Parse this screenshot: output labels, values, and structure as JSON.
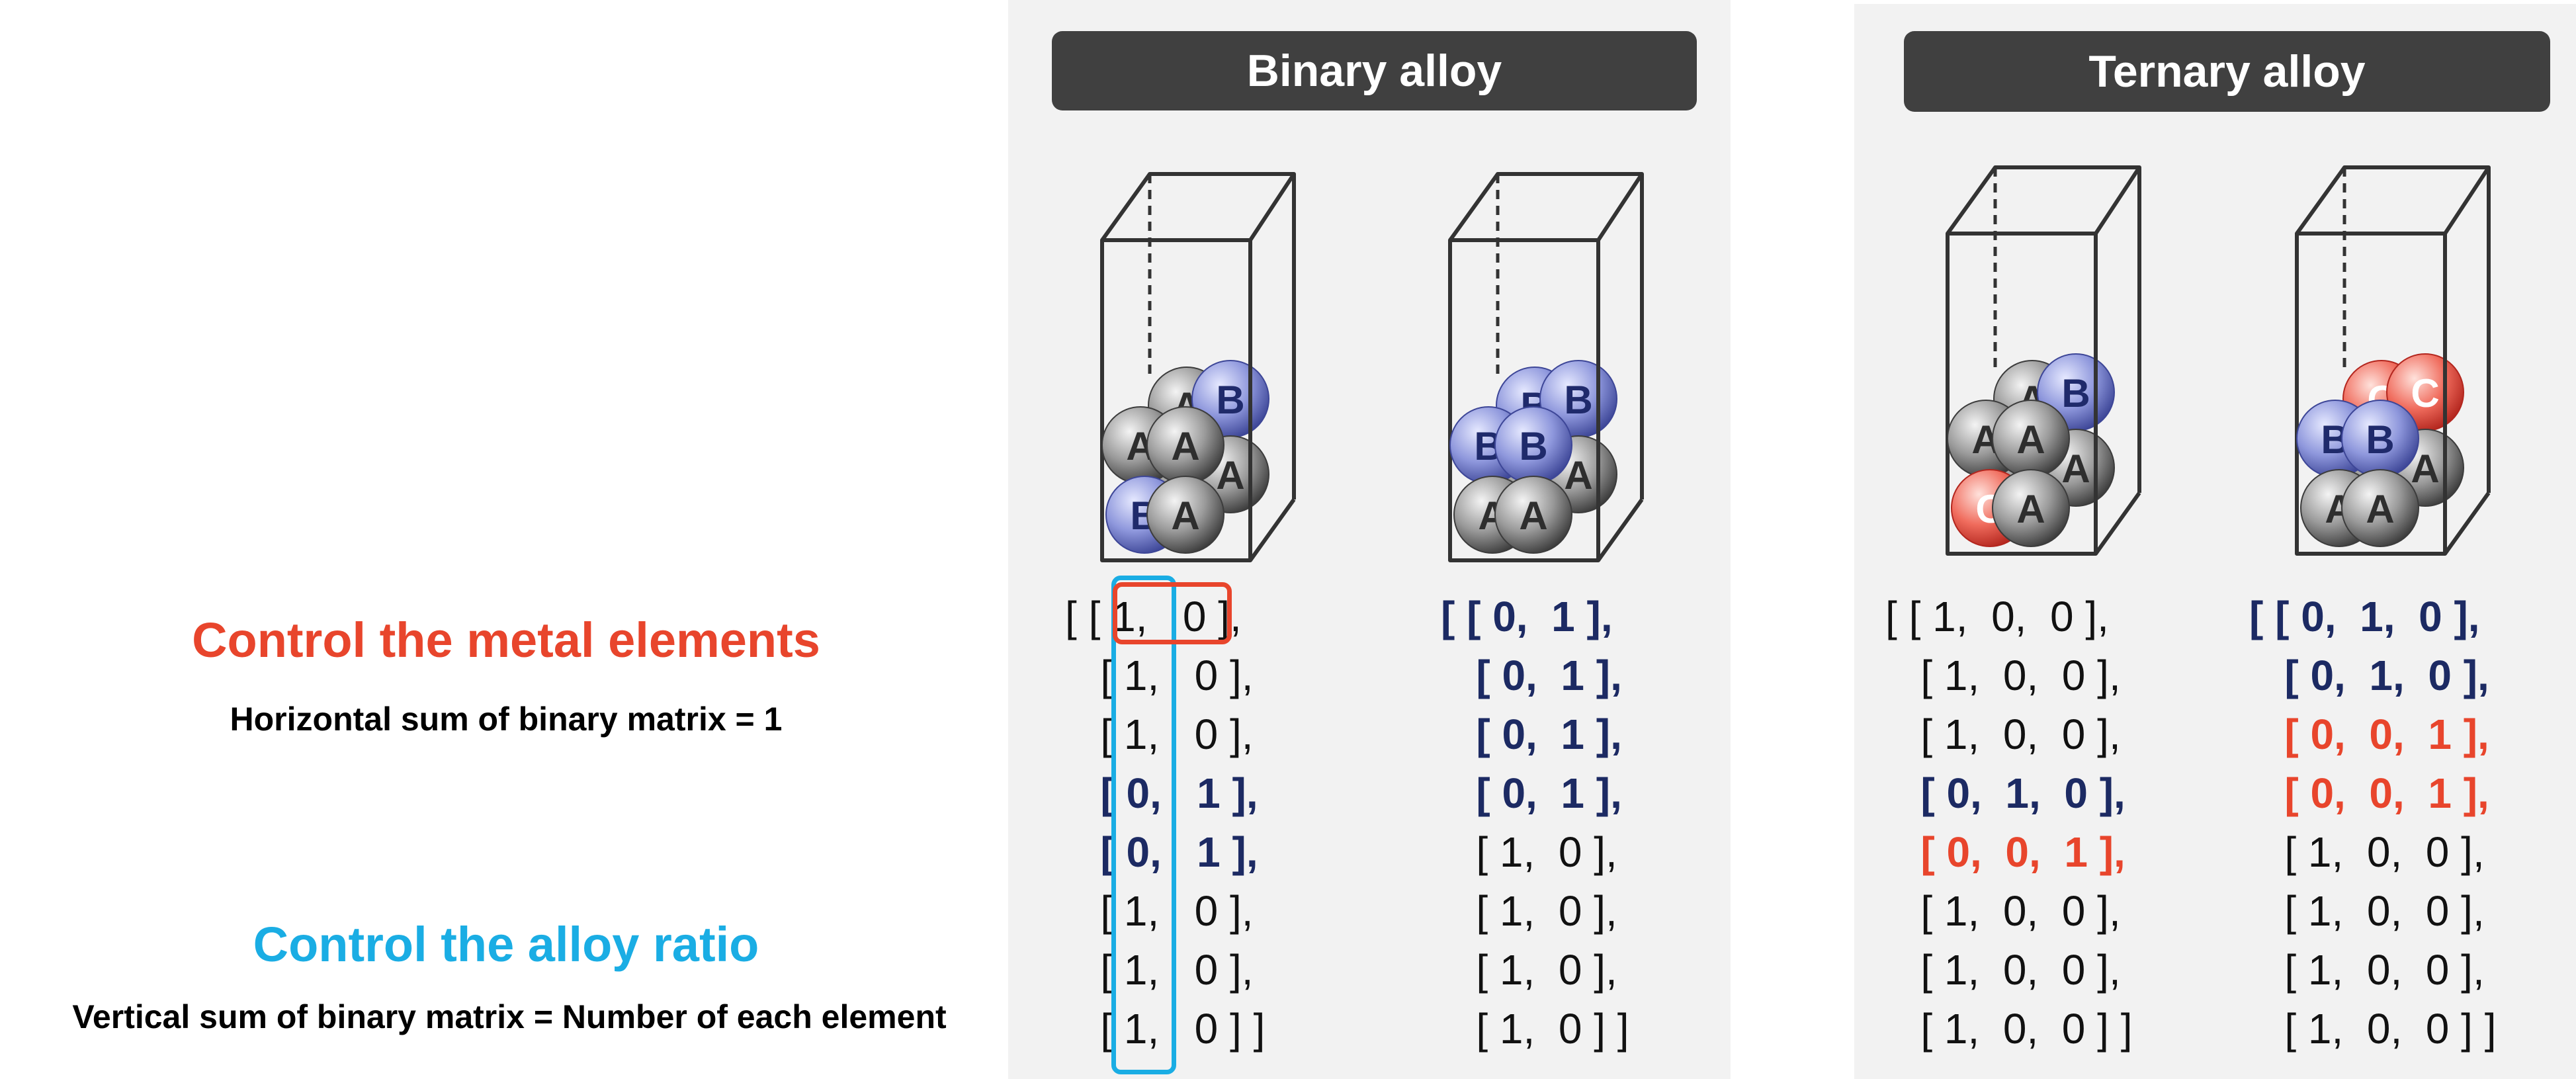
{
  "left": {
    "metal_title": "Control the metal elements",
    "metal_subtitle": "Horizontal sum of binary matrix = 1",
    "ratio_title": "Control the alloy ratio",
    "ratio_subtitle": "Vertical sum of binary matrix = Number of each element",
    "metal_color": "#e8452c",
    "ratio_color": "#1aade4"
  },
  "panels": {
    "binary": {
      "title": "Binary alloy",
      "cells": [
        {
          "spheres": [
            {
              "label": "A",
              "type": "A"
            },
            {
              "label": "B",
              "type": "B"
            },
            {
              "label": "A",
              "type": "A"
            },
            {
              "label": "A",
              "type": "A"
            },
            {
              "label": "A",
              "type": "A"
            },
            {
              "label": "A",
              "type": "A"
            },
            {
              "label": "B",
              "type": "B"
            },
            {
              "label": "A",
              "type": "A"
            }
          ],
          "matrix": [
            {
              "text": "[ [ 1,   0 ],",
              "style": "n"
            },
            {
              "text": "   [ 1,   0 ],",
              "style": "n"
            },
            {
              "text": "   [ 1,   0 ],",
              "style": "n"
            },
            {
              "text": "   [ 0,   1 ],",
              "style": "b"
            },
            {
              "text": "   [ 0,   1 ],",
              "style": "b"
            },
            {
              "text": "   [ 1,   0 ],",
              "style": "n"
            },
            {
              "text": "   [ 1,   0 ],",
              "style": "n"
            },
            {
              "text": "   [ 1,   0 ] ]",
              "style": "n"
            }
          ]
        },
        {
          "spheres": [
            {
              "label": "B",
              "type": "B"
            },
            {
              "label": "B",
              "type": "B"
            },
            {
              "label": "A",
              "type": "A"
            },
            {
              "label": "A",
              "type": "A"
            },
            {
              "label": "B",
              "type": "B"
            },
            {
              "label": "B",
              "type": "B"
            },
            {
              "label": "A",
              "type": "A"
            },
            {
              "label": "A",
              "type": "A"
            }
          ],
          "matrix": [
            {
              "text": "[ [ 0,  1 ],",
              "style": "b"
            },
            {
              "text": "   [ 0,  1 ],",
              "style": "b"
            },
            {
              "text": "   [ 0,  1 ],",
              "style": "b"
            },
            {
              "text": "   [ 0,  1 ],",
              "style": "b"
            },
            {
              "text": "   [ 1,  0 ],",
              "style": "n"
            },
            {
              "text": "   [ 1,  0 ],",
              "style": "n"
            },
            {
              "text": "   [ 1,  0 ],",
              "style": "n"
            },
            {
              "text": "   [ 1,  0 ] ]",
              "style": "n"
            }
          ]
        }
      ]
    },
    "ternary": {
      "title": "Ternary alloy",
      "cells": [
        {
          "spheres": [
            {
              "label": "A",
              "type": "A"
            },
            {
              "label": "B",
              "type": "B"
            },
            {
              "label": "A",
              "type": "A"
            },
            {
              "label": "A",
              "type": "A"
            },
            {
              "label": "A",
              "type": "A"
            },
            {
              "label": "A",
              "type": "A"
            },
            {
              "label": "C",
              "type": "C"
            },
            {
              "label": "A",
              "type": "A"
            }
          ],
          "matrix": [
            {
              "text": "[ [ 1,  0,  0 ],",
              "style": "n"
            },
            {
              "text": "   [ 1,  0,  0 ],",
              "style": "n"
            },
            {
              "text": "   [ 1,  0,  0 ],",
              "style": "n"
            },
            {
              "text": "   [ 0,  1,  0 ],",
              "style": "b"
            },
            {
              "text": "   [ 0,  0,  1 ],",
              "style": "c"
            },
            {
              "text": "   [ 1,  0,  0 ],",
              "style": "n"
            },
            {
              "text": "   [ 1,  0,  0 ],",
              "style": "n"
            },
            {
              "text": "   [ 1,  0,  0 ] ]",
              "style": "n"
            }
          ]
        },
        {
          "spheres": [
            {
              "label": "C",
              "type": "C"
            },
            {
              "label": "C",
              "type": "C"
            },
            {
              "label": "A",
              "type": "A"
            },
            {
              "label": "A",
              "type": "A"
            },
            {
              "label": "B",
              "type": "B"
            },
            {
              "label": "B",
              "type": "B"
            },
            {
              "label": "A",
              "type": "A"
            },
            {
              "label": "A",
              "type": "A"
            }
          ],
          "matrix": [
            {
              "text": "[ [ 0,  1,  0 ],",
              "style": "b"
            },
            {
              "text": "   [ 0,  1,  0 ],",
              "style": "b"
            },
            {
              "text": "   [ 0,  0,  1 ],",
              "style": "c"
            },
            {
              "text": "   [ 0,  0,  1 ],",
              "style": "c"
            },
            {
              "text": "   [ 1,  0,  0 ],",
              "style": "n"
            },
            {
              "text": "   [ 1,  0,  0 ],",
              "style": "n"
            },
            {
              "text": "   [ 1,  0,  0 ],",
              "style": "n"
            },
            {
              "text": "   [ 1,  0,  0 ] ]",
              "style": "n"
            }
          ]
        }
      ]
    }
  }
}
